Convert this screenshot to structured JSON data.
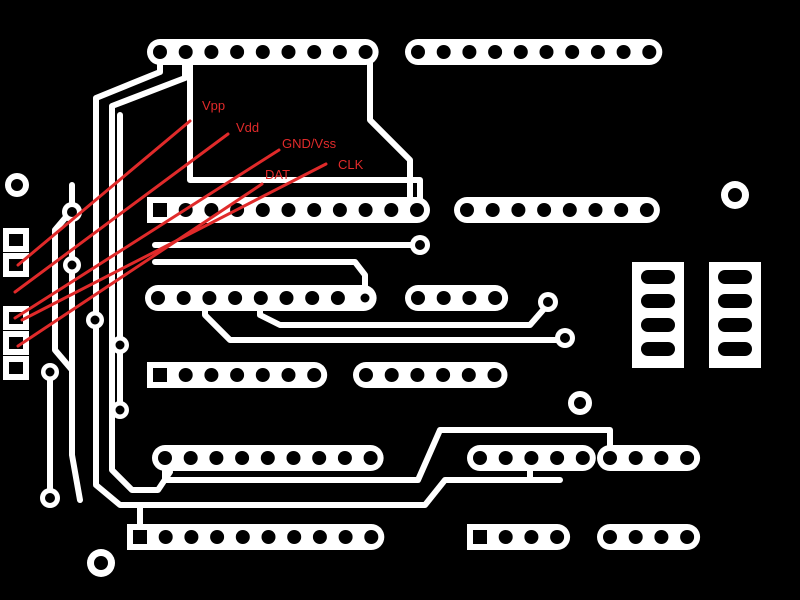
{
  "colors": {
    "background": "#000000",
    "copper": "#ffffff",
    "annotation": "#e02a2a"
  },
  "annotations": [
    {
      "label": "Vpp"
    },
    {
      "label": "Vdd"
    },
    {
      "label": "GND/Vss"
    },
    {
      "label": "DAT"
    },
    {
      "label": "CLK"
    }
  ]
}
